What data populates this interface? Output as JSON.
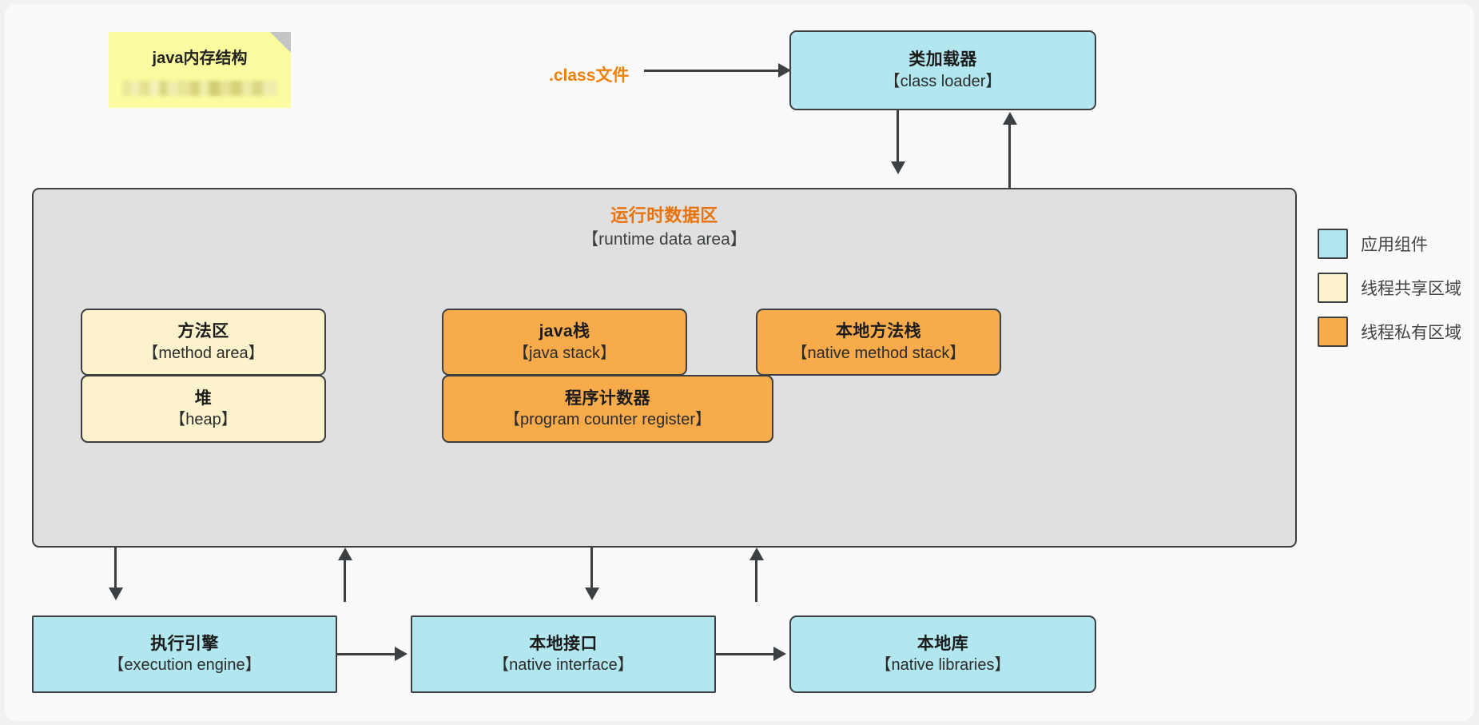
{
  "diagram": {
    "sticky_note": {
      "title": "java内存结构",
      "blurred_line": ""
    },
    "class_file_label": ".class文件",
    "class_loader": {
      "cn": "类加载器",
      "en": "【class loader】"
    },
    "runtime_data_area": {
      "cn": "运行时数据区",
      "en": "【runtime data area】"
    },
    "regions": [
      {
        "cn": "方法区",
        "en": "【method area】",
        "color": "#fcf3cd"
      },
      {
        "cn": "java栈",
        "en": "【java stack】",
        "color": "#f7ab4a"
      },
      {
        "cn": "本地方法栈",
        "en": "【native method stack】",
        "color": "#f7ab4a"
      },
      {
        "cn": "堆",
        "en": "【heap】",
        "color": "#fcf3cd"
      },
      {
        "cn": "程序计数器",
        "en": "【program counter register】",
        "color": "#f7ab4a"
      }
    ],
    "bottom_components": [
      {
        "cn": "执行引擎",
        "en": "【execution engine】",
        "color": "#b3e7ef"
      },
      {
        "cn": "本地接口",
        "en": "【native interface】",
        "color": "#b3e7ef"
      },
      {
        "cn": "本地库",
        "en": "【native libraries】",
        "color": "#b3e7ef"
      }
    ],
    "legend": [
      {
        "label": "应用组件",
        "color": "#b3e7ef"
      },
      {
        "label": "线程共享区域",
        "color": "#fcf3cd"
      },
      {
        "label": "线程私有区域",
        "color": "#f7ab4a"
      }
    ],
    "colors": {
      "app_component": "#b3e7ef",
      "thread_shared": "#fcf3cd",
      "thread_private": "#f7ab4a",
      "container": "#e0e0e0",
      "accent_orange": "#e8730c",
      "stroke": "#3c4043",
      "canvas": "#fafafa"
    }
  }
}
